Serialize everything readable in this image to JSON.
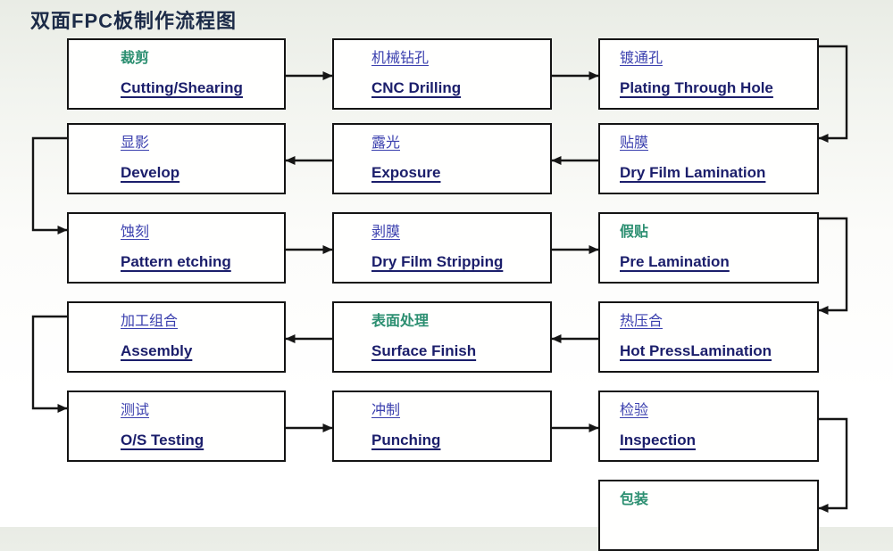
{
  "title": "双面FPC板制作流程图",
  "diagram": {
    "nodes": [
      {
        "cn": "裁剪",
        "en": "Cutting/Shearing",
        "accent": "green",
        "row": 0,
        "col": 0
      },
      {
        "cn": "机械钻孔",
        "en": "CNC Drilling",
        "accent": "blue",
        "row": 0,
        "col": 1
      },
      {
        "cn": "镀通孔",
        "en": "Plating Through Hole",
        "accent": "blue",
        "row": 0,
        "col": 2
      },
      {
        "cn": "显影",
        "en": "Develop",
        "accent": "blue",
        "row": 1,
        "col": 0
      },
      {
        "cn": "露光",
        "en": "Exposure",
        "accent": "blue",
        "row": 1,
        "col": 1
      },
      {
        "cn": "贴膜",
        "en": "Dry Film Lamination",
        "accent": "blue",
        "row": 1,
        "col": 2
      },
      {
        "cn": "蚀刻",
        "en": "Pattern etching",
        "accent": "blue",
        "row": 2,
        "col": 0
      },
      {
        "cn": "剥膜",
        "en": "Dry Film Stripping",
        "accent": "blue",
        "row": 2,
        "col": 1
      },
      {
        "cn": "假贴",
        "en": "Pre Lamination",
        "accent": "green",
        "row": 2,
        "col": 2
      },
      {
        "cn": "加工组合",
        "en": "Assembly",
        "accent": "blue",
        "row": 3,
        "col": 0
      },
      {
        "cn": "表面处理",
        "en": "Surface  Finish",
        "accent": "green",
        "row": 3,
        "col": 1
      },
      {
        "cn": "热压合",
        "en": "Hot PressLamination",
        "accent": "blue",
        "row": 3,
        "col": 2
      },
      {
        "cn": "测试",
        "en": "O/S Testing",
        "accent": "blue",
        "row": 4,
        "col": 0
      },
      {
        "cn": "冲制",
        "en": "Punching",
        "accent": "blue",
        "row": 4,
        "col": 1
      },
      {
        "cn": "检验",
        "en": "Inspection",
        "accent": "blue",
        "row": 4,
        "col": 2
      },
      {
        "cn": "包装",
        "en": "",
        "accent": "green",
        "row": 5,
        "col": 2
      }
    ],
    "edges": [
      {
        "from": 0,
        "to": 1
      },
      {
        "from": 1,
        "to": 2
      },
      {
        "from": 2,
        "to": 5
      },
      {
        "from": 5,
        "to": 4
      },
      {
        "from": 4,
        "to": 3
      },
      {
        "from": 3,
        "to": 6
      },
      {
        "from": 6,
        "to": 7
      },
      {
        "from": 7,
        "to": 8
      },
      {
        "from": 8,
        "to": 11
      },
      {
        "from": 11,
        "to": 10
      },
      {
        "from": 10,
        "to": 9
      },
      {
        "from": 9,
        "to": 12
      },
      {
        "from": 12,
        "to": 13
      },
      {
        "from": 13,
        "to": 14
      },
      {
        "from": 14,
        "to": 15
      }
    ]
  },
  "colors": {
    "accent_blue": "#3a3fae",
    "accent_green": "#2c8f71",
    "english_navy": "#1b1e6b",
    "title": "#1c2b48",
    "line": "#151515"
  }
}
